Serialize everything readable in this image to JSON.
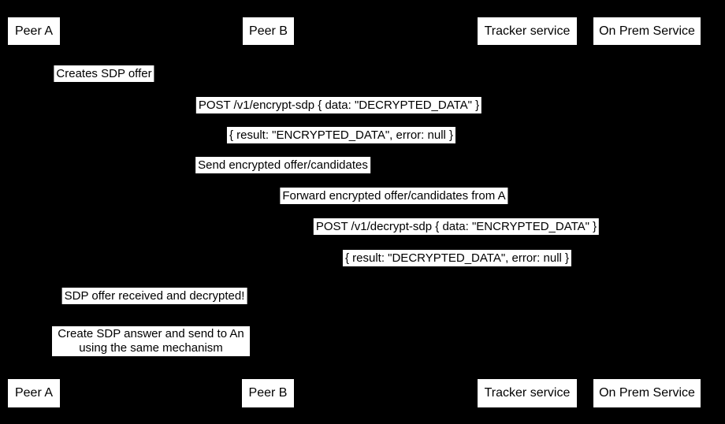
{
  "diagram": {
    "type": "sequence-diagram",
    "background_color": "#000000",
    "label_box_color": "#ffffff",
    "text_color": "#000000"
  },
  "actors": {
    "top": [
      {
        "label": "Peer A"
      },
      {
        "label": "Peer B"
      },
      {
        "label": "Tracker service"
      },
      {
        "label": "On Prem Service"
      }
    ],
    "bottom": [
      {
        "label": "Peer A"
      },
      {
        "label": "Peer B"
      },
      {
        "label": "Tracker service"
      },
      {
        "label": "On Prem Service"
      }
    ]
  },
  "messages": [
    {
      "text": "Creates SDP offer",
      "from": "Peer A",
      "to": "Peer A"
    },
    {
      "text": "POST /v1/encrypt-sdp { data: \"DECRYPTED_DATA\" }",
      "from": "Peer A",
      "to": "On Prem Service"
    },
    {
      "text": "{ result: \"ENCRYPTED_DATA\", error: null }",
      "from": "On Prem Service",
      "to": "Peer A"
    },
    {
      "text": "Send encrypted offer/candidates",
      "from": "Peer A",
      "to": "Tracker service"
    },
    {
      "text": "Forward encrypted offer/candidates from A",
      "from": "Tracker service",
      "to": "Peer B"
    },
    {
      "text": "POST /v1/decrypt-sdp { data: \"ENCRYPTED_DATA\" }",
      "from": "Peer B",
      "to": "On Prem Service"
    },
    {
      "text": "{ result: \"DECRYPTED_DATA\", error: null }",
      "from": "On Prem Service",
      "to": "Peer B"
    },
    {
      "text": "SDP offer received and decrypted!",
      "from": "Peer A",
      "to": "Peer B"
    }
  ],
  "note": {
    "line1": "Create SDP answer and send to An",
    "line2": "using the same mechanism"
  }
}
